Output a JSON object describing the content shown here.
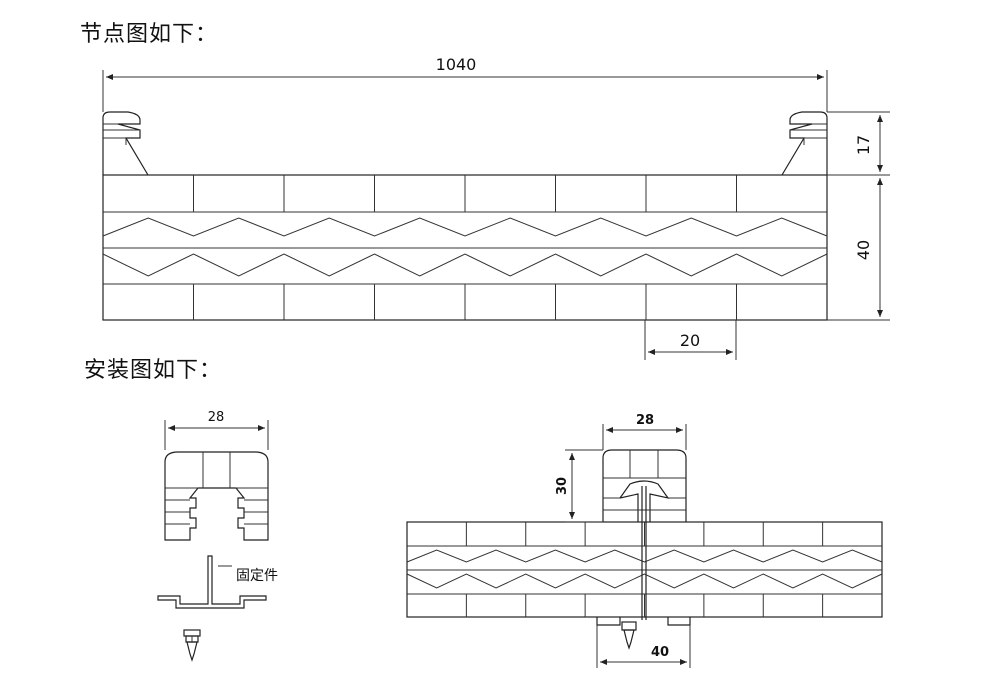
{
  "headings": {
    "node": "节点图如下：",
    "install": "安装图如下："
  },
  "node_diagram": {
    "dim_width": "1040",
    "dim_clip_height": "17",
    "dim_panel_height": "40",
    "dim_cell": "20"
  },
  "install_diagram": {
    "clip_width": "28",
    "part_label": "固定件",
    "assembly_width": "28",
    "assembly_height": "30",
    "base_width": "40"
  }
}
